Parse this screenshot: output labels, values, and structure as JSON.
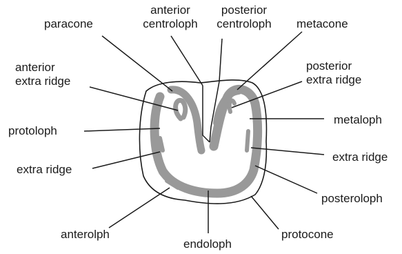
{
  "labels": {
    "paracone": "paracone",
    "anterior_centroloph": "anterior\ncentroloph",
    "posterior_centroloph": "posterior\ncentroloph",
    "metacone": "metacone",
    "anterior_extra_ridge": "anterior\nextra ridge",
    "posterior_extra_ridge": "posterior\nextra ridge",
    "protoloph": "protoloph",
    "metaloph": "metaloph",
    "extra_ridge_left": "extra ridge",
    "extra_ridge_right": "extra ridge",
    "posteroloph": "posteroloph",
    "anterolph": "anterolph",
    "protocone": "protocone",
    "endoloph": "endoloph"
  },
  "colors": {
    "outline": "#1a1a1a",
    "enamel": "#999999",
    "leader": "#1a1a1a"
  }
}
